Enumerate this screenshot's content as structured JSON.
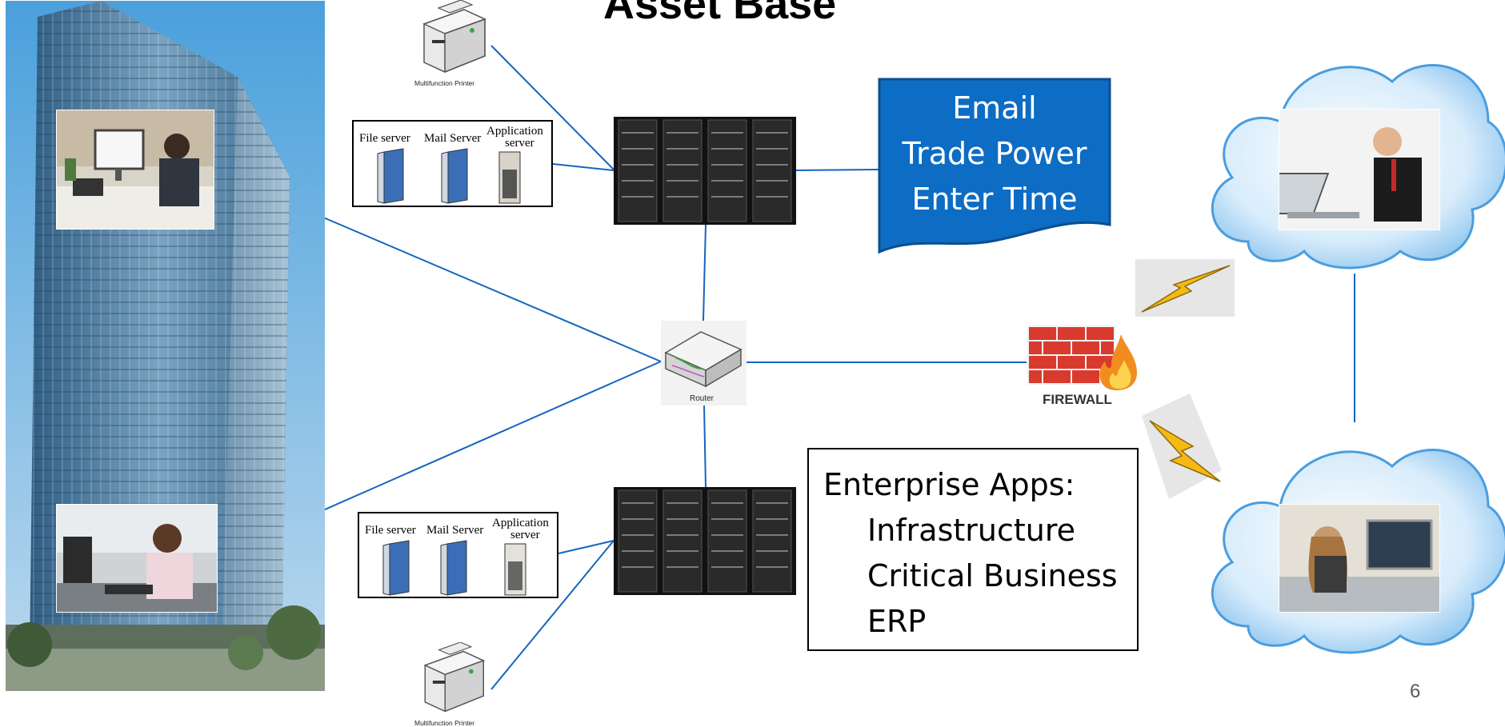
{
  "title": "Asset Base",
  "nodes": {
    "printer_label": "Multifunction Printer",
    "servers": {
      "file": "File server",
      "mail": "Mail Server",
      "app_line1": "Application",
      "app_line2": "server"
    },
    "router_label": "Router",
    "firewall_label": "FIREWALL"
  },
  "email_box": {
    "lines": [
      "Email",
      "Trade Power",
      "Enter Time"
    ],
    "color": "#0d6cc4"
  },
  "enterprise_box": {
    "title": "Enterprise Apps:",
    "items": [
      "Infrastructure",
      "Critical Business",
      "ERP"
    ]
  },
  "connector_color": "#1565c0",
  "page_number": "6"
}
